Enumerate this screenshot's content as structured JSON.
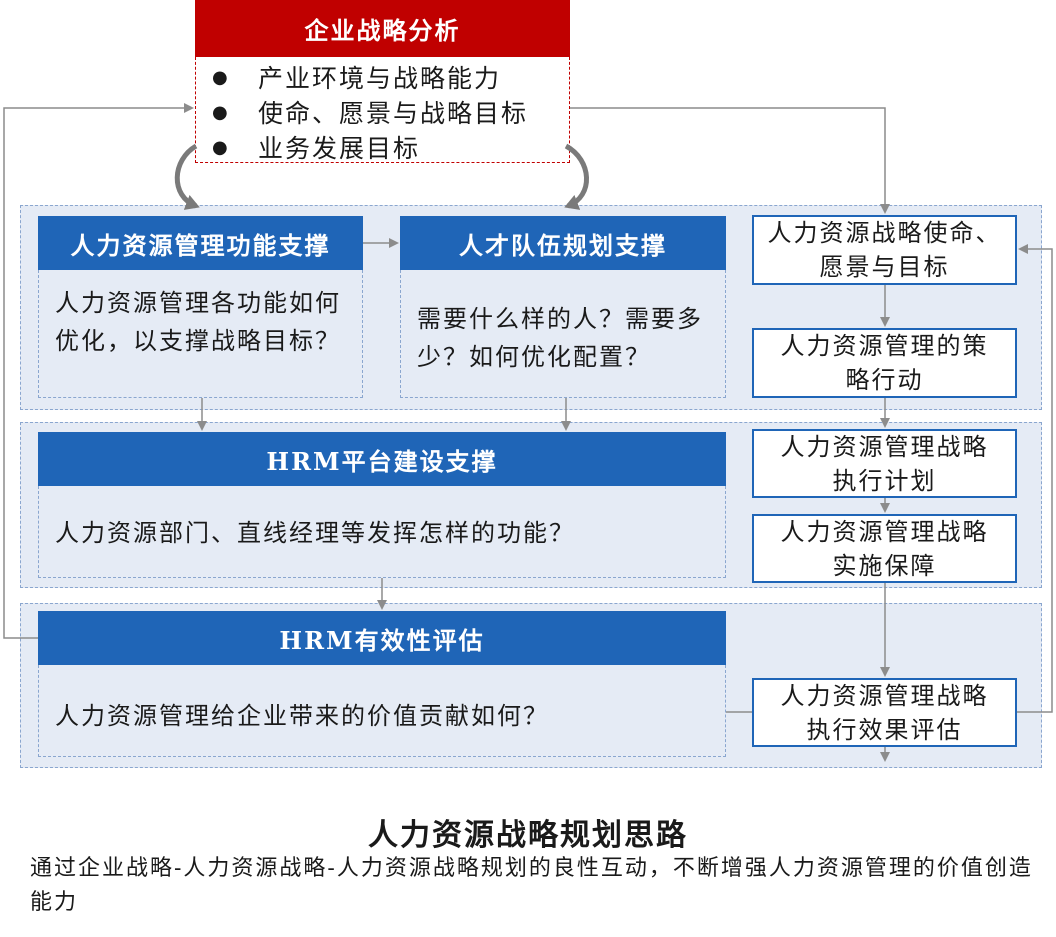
{
  "strategy_box": {
    "title": "企业战略分析",
    "bullets": [
      "产业环境与战略能力",
      "使命、愿景与战略目标",
      "业务发展目标"
    ]
  },
  "function_support": {
    "title": "人力资源管理功能支撑",
    "body": "人力资源管理各功能如何优化，以支撑战略目标？"
  },
  "talent_support": {
    "title": "人才队伍规划支撑",
    "body": "需要什么样的人？需要多少？如何优化配置？"
  },
  "platform_support": {
    "title": "HRM平台建设支撑",
    "body": "人力资源部门、直线经理等发挥怎样的功能？"
  },
  "effectiveness": {
    "title": "HRM有效性评估",
    "body": "人力资源管理给企业带来的价值贡献如何？"
  },
  "steps": [
    {
      "line1": "人力资源战略使命、",
      "line2": "愿景与目标"
    },
    {
      "line1": "人力资源管理的策",
      "line2": "略行动"
    },
    {
      "line1": "人力资源管理战略",
      "line2": "执行计划"
    },
    {
      "line1": "人力资源管理战略",
      "line2": "实施保障"
    },
    {
      "line1": "人力资源管理战略",
      "line2": "执行效果评估"
    }
  ],
  "footer": {
    "title": "人力资源战略规划思路",
    "subtitle": "通过企业战略-人力资源战略-人力资源战略规划的良性互动，不断增强人力资源管理的价值创造能力"
  },
  "colors": {
    "red": "#c00000",
    "blue": "#1f65b7",
    "band": "#e5ebf5"
  }
}
